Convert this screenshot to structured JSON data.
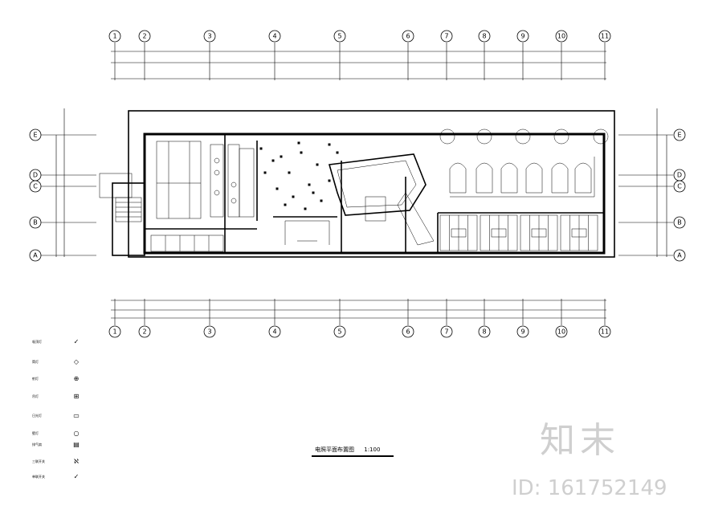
{
  "drawing": {
    "title": "电照平面布置图",
    "scale": "1:100"
  },
  "grid": {
    "columns": [
      "1",
      "2",
      "3",
      "4",
      "5",
      "6",
      "7",
      "8",
      "9",
      "10",
      "11"
    ],
    "rows": [
      "E",
      "D",
      "C",
      "B",
      "A"
    ]
  },
  "legend": [
    {
      "label": "吸顶灯",
      "symbol": "✓"
    },
    {
      "label": "筒灯",
      "symbol": "◇"
    },
    {
      "label": "射灯",
      "symbol": "⊕"
    },
    {
      "label": "吊灯",
      "symbol": "⊞"
    },
    {
      "label": "日光灯",
      "symbol": "▭"
    },
    {
      "label": "壁灯",
      "symbol": "○"
    },
    {
      "label": "排气扇",
      "symbol": "▤"
    },
    {
      "label": "三联开关",
      "symbol": "ℵ"
    },
    {
      "label": "单联开关",
      "symbol": "✓"
    }
  ],
  "watermark": {
    "brand": "知末",
    "id_text": "ID: 161752149"
  }
}
